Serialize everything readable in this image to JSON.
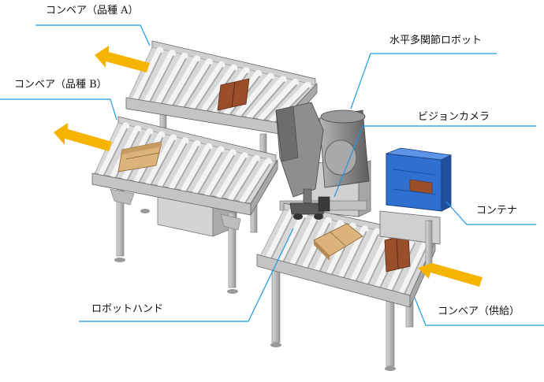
{
  "labels": {
    "conveyor_a": "コンベア（品種 A）",
    "conveyor_b": "コンベア（品種 B）",
    "scara_robot": "水平多関節ロボット",
    "vision_camera": "ビジョンカメラ",
    "container": "コンテナ",
    "robot_hand": "ロボットハンド",
    "conveyor_supply": "コンベア（供給）"
  },
  "colors": {
    "leader": "#1a9be0",
    "arrow": "#f6b400",
    "frame": "#c9c9c9",
    "roller": "#e9e9e9",
    "robot": "#8c8c8c",
    "container": "#2f6fd0",
    "wood": "#d9b07a",
    "brown_box": "#9a4f2a"
  },
  "icons": [
    "flow-arrow-icon"
  ]
}
